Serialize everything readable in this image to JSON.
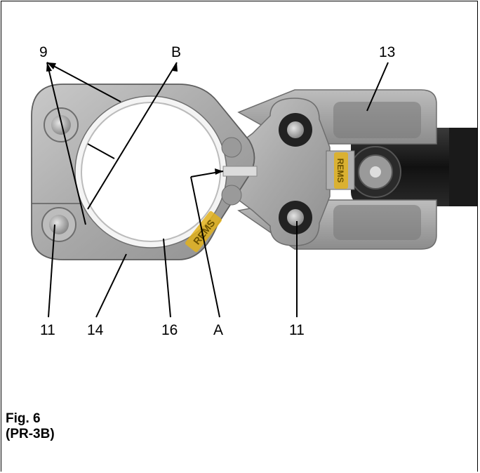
{
  "labels": {
    "l9": "9",
    "lB": "B",
    "l13": "13",
    "l11_left": "11",
    "l14": "14",
    "l16": "16",
    "lA": "A",
    "l11_right": "11"
  },
  "brand_mark": "REMS",
  "caption": {
    "line1": "Fig. 6",
    "line2": "(PR-3B)"
  }
}
